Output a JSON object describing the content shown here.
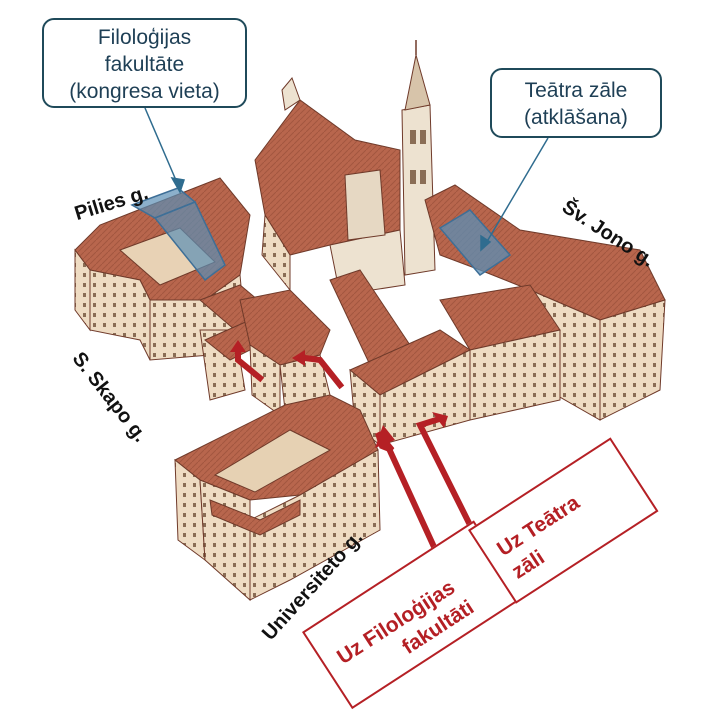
{
  "callouts": {
    "faculty": {
      "lines": [
        "Filoloģijas",
        "fakultāte",
        "(kongresa vieta)"
      ]
    },
    "theatre": {
      "lines": [
        "Teātra zāle",
        "(atklāšana)"
      ]
    }
  },
  "streets": {
    "pilies": "Pilies g.",
    "sv_jono": "Šv. Jono g.",
    "skapo": "S. Skapo g.",
    "universiteto": "Universiteto g."
  },
  "directions": {
    "to_faculty": {
      "lines": [
        "Uz Filoloģijas",
        "fakultāti"
      ]
    },
    "to_theatre": {
      "lines": [
        "Uz Teātra",
        "zāli"
      ]
    }
  },
  "colors": {
    "roof": "#b8664d",
    "roof_dark": "#8f4a37",
    "wall": "#efdcc3",
    "wall_shadow": "#d9bfa0",
    "highlight": "#5b8fb5",
    "callout_border": "#1f4a5a",
    "direction_red": "#b52025"
  }
}
